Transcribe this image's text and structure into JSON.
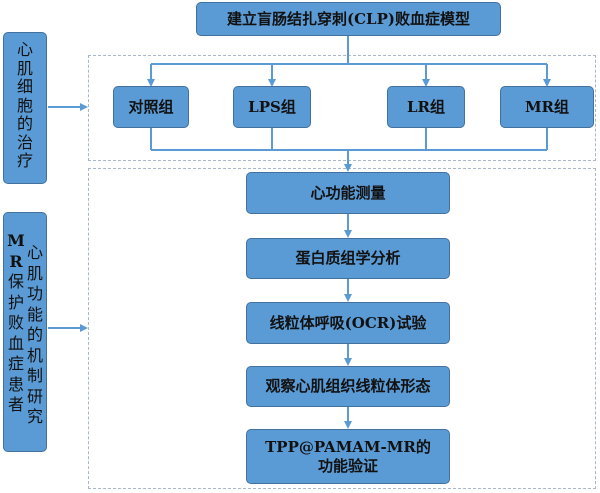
{
  "top": {
    "title": "建立盲肠结扎穿刺(CLP)败血症模型"
  },
  "groups": [
    {
      "label": "对照组"
    },
    {
      "label": "LPS组"
    },
    {
      "label": "LR组"
    },
    {
      "label": "MR组"
    }
  ],
  "left_top": {
    "chars": [
      "心",
      "肌",
      "细",
      "胞",
      "的",
      "治",
      "疗"
    ]
  },
  "left_bottom": {
    "col1": [
      "M",
      "R",
      "保",
      "护",
      "败",
      "血",
      "症",
      "患",
      "者"
    ],
    "col2": [
      "心",
      "肌",
      "功",
      "能",
      "的",
      "机",
      "制",
      "研",
      "究"
    ]
  },
  "steps": [
    {
      "label": "心功能测量"
    },
    {
      "label": "蛋白质组学分析"
    },
    {
      "label": "线粒体呼吸(OCR)试验"
    },
    {
      "label": "观察心肌组织线粒体形态"
    },
    {
      "line1": "TPP@PAMAM-MR的",
      "line2": "功能验证"
    }
  ],
  "colors": {
    "box_fill": "#5b9bd5",
    "box_border": "#41719c",
    "arrow": "#5b9bd5",
    "dash": "#a9b7c6"
  }
}
